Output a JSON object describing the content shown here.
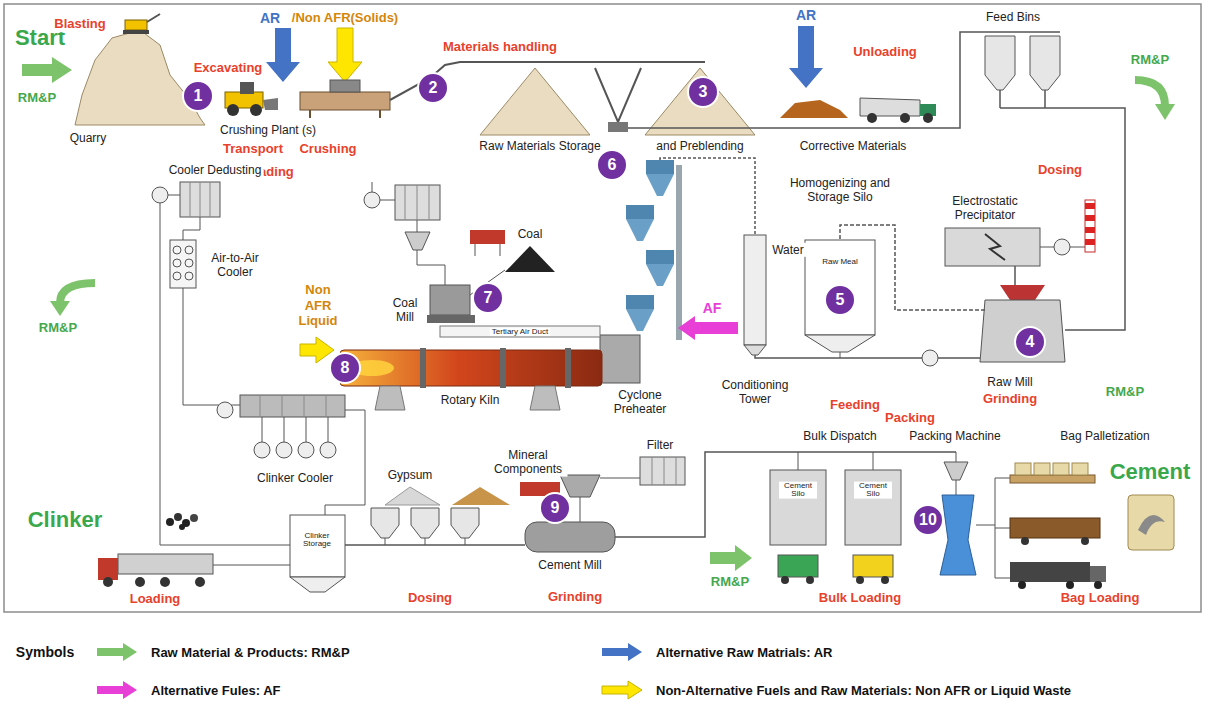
{
  "diagram": {
    "nodes": [
      {
        "text": [
          "1"
        ]
      },
      {
        "text": [
          "2"
        ]
      },
      {
        "text": [
          "3"
        ]
      },
      {
        "text": [
          "4"
        ]
      },
      {
        "text": [
          "5"
        ]
      },
      {
        "text": [
          "6"
        ]
      },
      {
        "text": [
          "7"
        ]
      },
      {
        "text": [
          "8"
        ]
      },
      {
        "text": [
          "9"
        ]
      },
      {
        "text": [
          "10"
        ]
      }
    ],
    "labels": [
      "Start",
      "RM&P",
      "Blasting",
      "Excavating",
      "AR",
      "/Non AFR(Solids)",
      "Materials handling",
      "AR",
      "Feed Bins",
      "Unloading",
      "RM&P",
      "Quarry",
      "Crushing Plant (s)",
      "Transport",
      "Crushing",
      "Unloading",
      "Raw Materials Storage",
      "and Preblending",
      "Corrective Materials",
      "Dosing",
      "Cooler Dedusting",
      "Homogenizing and Storage Silo",
      "Electrostatic Precipitator",
      "Air-to-Air Cooler",
      "Coal",
      "Non AFR Liquid",
      "Coal Mill",
      "Water",
      "Raw Meal",
      "AF",
      "Tertiary Air Duct",
      "RM&P",
      "Rotary Kiln",
      "Cyclone Preheater",
      "Conditioning Tower",
      "Feeding",
      "Raw Mill",
      "Grinding",
      "RM&P",
      "Clinker Cooler",
      "Clinker",
      "Gypsum",
      "Mineral Components",
      "Filter",
      "Packing",
      "Bulk Dispatch",
      "Packing Machine",
      "Bag Palletization",
      "Cement",
      "Clinker Storage",
      "Cement Silo",
      "Cement Silo",
      "Loading",
      "Dosing",
      "Cement Mill",
      "Grinding",
      "RM&P",
      "Bulk Loading",
      "Bag Loading",
      "Symbols"
    ],
    "legend": [
      {
        "text": "Raw Material & Products: RM&P"
      },
      {
        "text": "Alternative Raw Matrials: AR"
      },
      {
        "text": "Alternative Fules: AF"
      },
      {
        "text": "Non-Alternative Fuels and Raw Materials: Non AFR or Liquid Waste"
      }
    ]
  }
}
